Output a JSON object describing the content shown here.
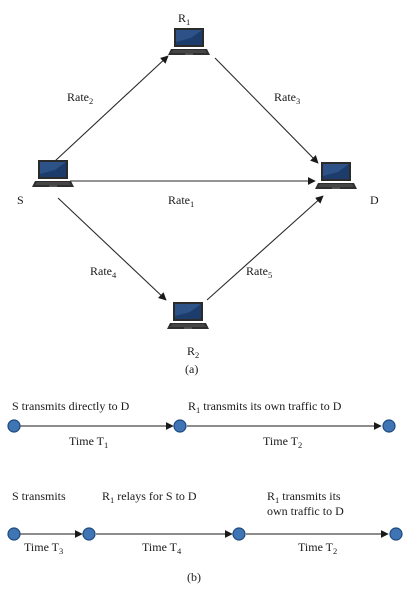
{
  "diagram_a": {
    "nodes": {
      "S": {
        "label": "S"
      },
      "D": {
        "label": "D"
      },
      "R1": {
        "label": "R",
        "sub": "1"
      },
      "R2": {
        "label": "R",
        "sub": "2"
      }
    },
    "edges": {
      "rate1": {
        "label": "Rate",
        "sub": "1"
      },
      "rate2": {
        "label": "Rate",
        "sub": "2"
      },
      "rate3": {
        "label": "Rate",
        "sub": "3"
      },
      "rate4": {
        "label": "Rate",
        "sub": "4"
      },
      "rate5": {
        "label": "Rate",
        "sub": "5"
      }
    },
    "caption": "(a)"
  },
  "diagram_b": {
    "row1": {
      "phase1_text": "S transmits directly to D",
      "phase2_text_pre": "R",
      "phase2_text_sub": "1",
      "phase2_text_post": " transmits its own traffic to D",
      "time1": {
        "label": "Time T",
        "sub": "1"
      },
      "time2": {
        "label": "Time T",
        "sub": "2"
      }
    },
    "row2": {
      "phase1_text": "S transmits",
      "phase2_text_pre": "R",
      "phase2_text_sub": "1",
      "phase2_text_post": " relays for S to D",
      "phase3_line1_pre": "R",
      "phase3_line1_sub": "1",
      "phase3_line1_post": " transmits its",
      "phase3_line2": "own traffic to D",
      "time3": {
        "label": "Time T",
        "sub": "3"
      },
      "time4": {
        "label": "Time T",
        "sub": "4"
      },
      "time2": {
        "label": "Time T",
        "sub": "2"
      }
    },
    "caption": "(b)"
  },
  "colors": {
    "laptop_body": "#2b2b2b",
    "laptop_screen": "#1c3c6c",
    "timeline_dot": "#3f74b5"
  },
  "icons": [
    "laptop-icon"
  ]
}
